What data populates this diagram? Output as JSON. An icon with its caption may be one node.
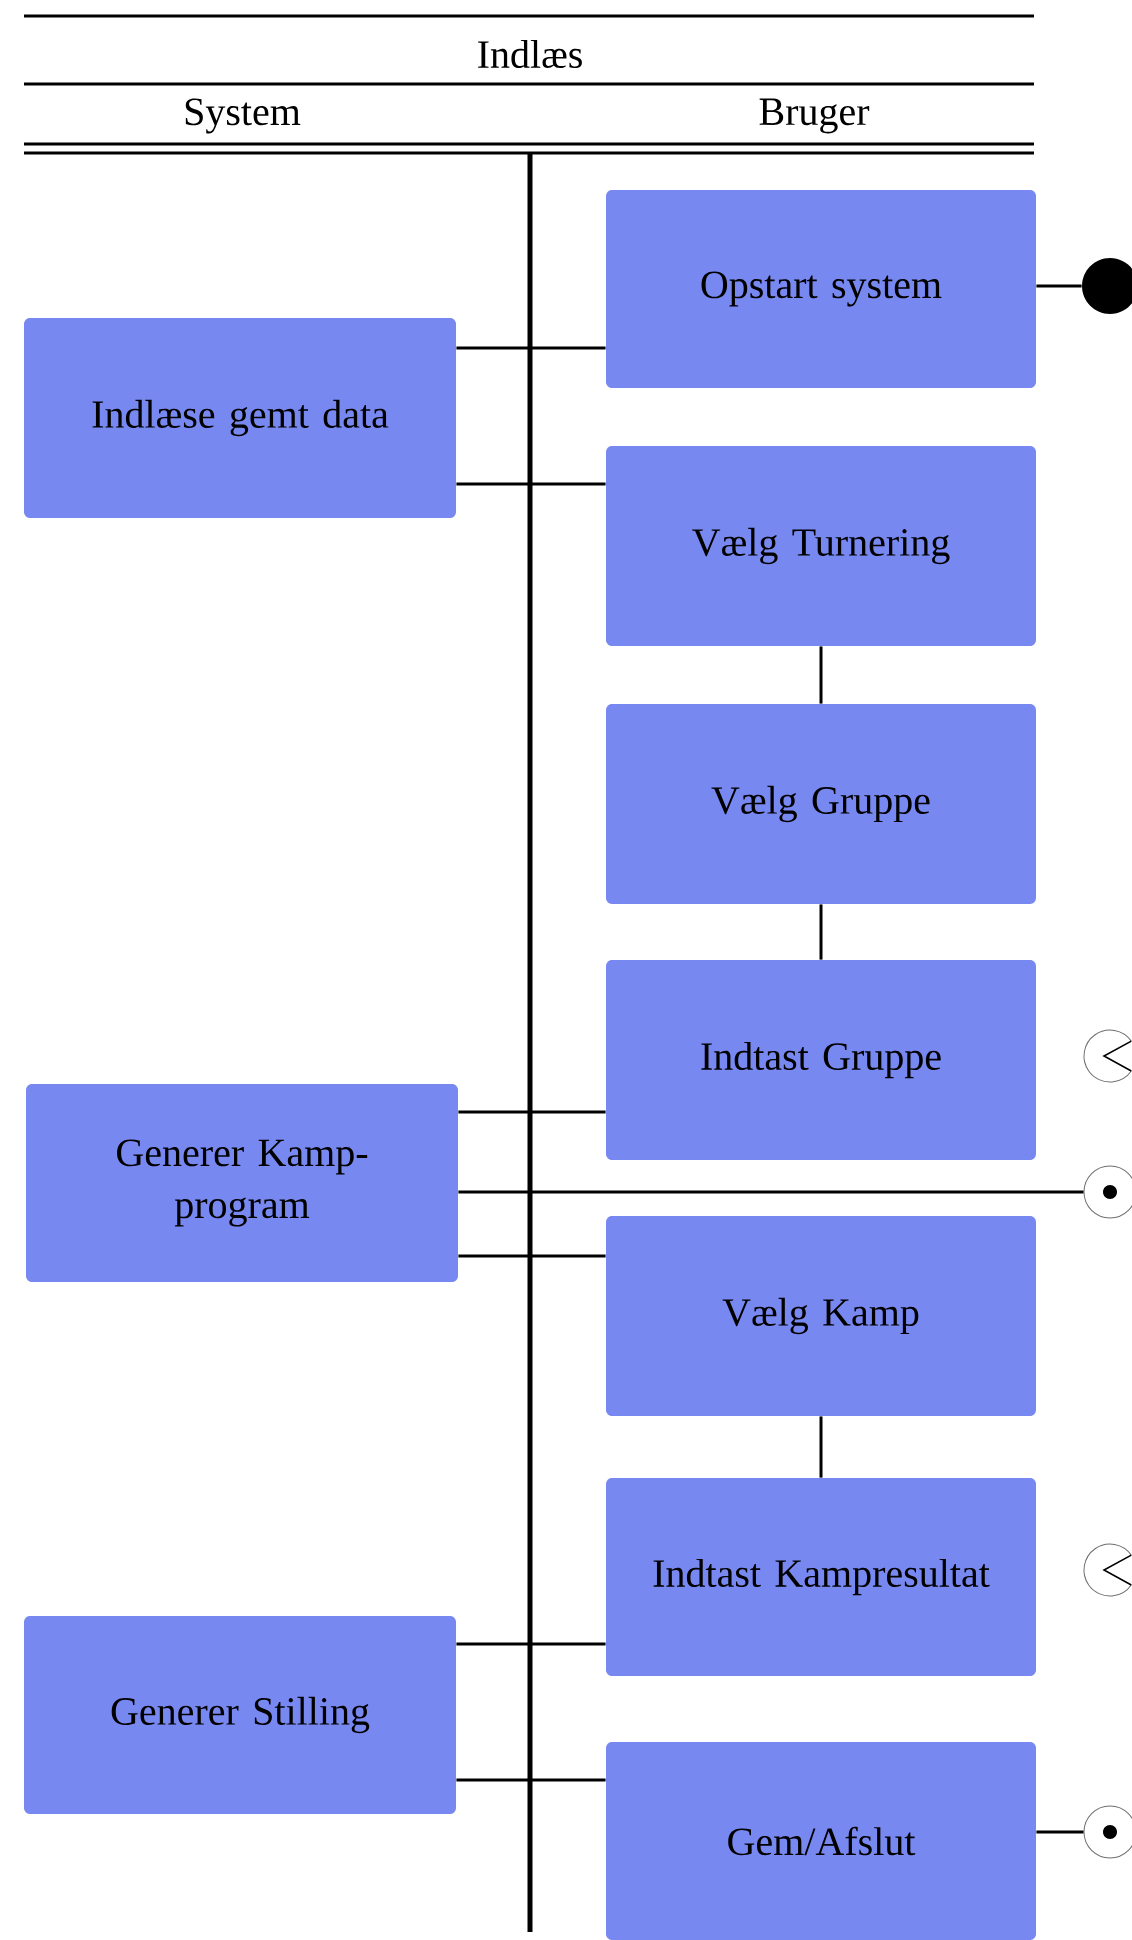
{
  "diagram": {
    "title": "Indlæs",
    "nodes": [
      {
        "text": [
          "Opstart system"
        ]
      },
      {
        "text": [
          "Indlæse gemt data"
        ]
      },
      {
        "text": [
          "Vælg Turnering"
        ]
      },
      {
        "text": [
          "Vælg Gruppe"
        ]
      },
      {
        "text": [
          "Indtast Gruppe"
        ]
      },
      {
        "text": [
          "Generer Kamp-program"
        ]
      },
      {
        "text": [
          "Vælg Kamp"
        ]
      },
      {
        "text": [
          "Indtast Kampresultat"
        ]
      },
      {
        "text": [
          "Generer Stilling"
        ]
      },
      {
        "text": [
          "Gem/Afslut"
        ]
      },
      {
        "text": [],
        "shape": "circle"
      },
      {
        "text": [],
        "shape": "circle"
      },
      {
        "text": [],
        "shape": "circle"
      },
      {
        "text": [],
        "shape": "circle"
      },
      {
        "text": [],
        "shape": "circle"
      }
    ],
    "edges": [
      {
        "from": 0,
        "to": 10,
        "arrow": "none"
      },
      {
        "from": 1,
        "to": 0,
        "arrow": "none"
      },
      {
        "from": 1,
        "to": 2,
        "arrow": "none"
      },
      {
        "from": 2,
        "to": 3,
        "arrow": "none"
      },
      {
        "from": 3,
        "to": 4,
        "arrow": "none"
      },
      {
        "from": 5,
        "to": 4,
        "arrow": "none"
      },
      {
        "from": 5,
        "to": 12,
        "arrow": "none"
      },
      {
        "from": 5,
        "to": 6,
        "arrow": "none"
      },
      {
        "from": 6,
        "to": 7,
        "arrow": "none"
      },
      {
        "from": 8,
        "to": 7,
        "arrow": "none"
      },
      {
        "from": 8,
        "to": 9,
        "arrow": "none"
      },
      {
        "from": 9,
        "to": 14,
        "arrow": "none"
      }
    ],
    "labels": [
      "System",
      "Bruger"
    ]
  }
}
